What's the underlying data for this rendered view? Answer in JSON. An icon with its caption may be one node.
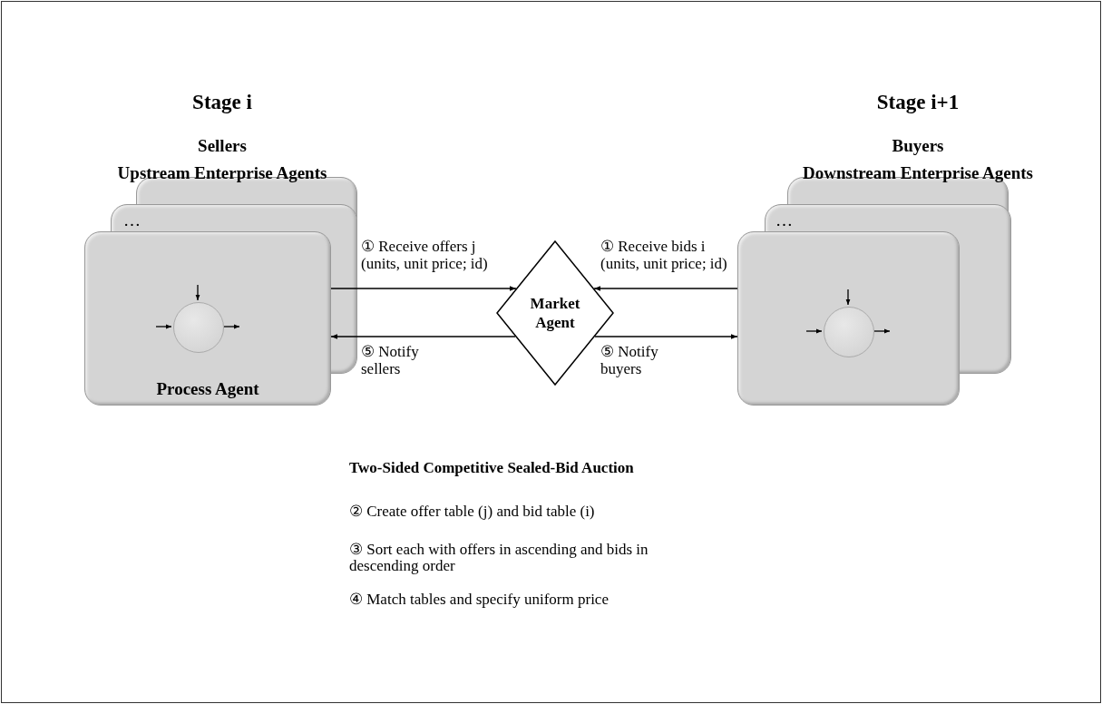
{
  "diagram": {
    "nodes": [
      {
        "text": [
          "Process Agent"
        ],
        "beside": [
          "Sellers",
          "Upstream Enterprise Agents"
        ]
      },
      {
        "text": [],
        "shape": "circle",
        "in": 0
      },
      {
        "text": [
          "Market Agent"
        ]
      },
      {
        "text": [],
        "shape": "box",
        "beside": [
          "Buyers",
          "Downstream Enterprise Agents"
        ]
      },
      {
        "text": [],
        "shape": "circle",
        "in": 3
      }
    ],
    "edges": [
      {
        "from": 0,
        "to": 2,
        "arrow": "to",
        "label": "① Receive offers j (units, unit price; id)"
      },
      {
        "from": 2,
        "to": 0,
        "arrow": "to",
        "label": "⑤ Notify sellers"
      },
      {
        "from": 3,
        "to": 2,
        "arrow": "to",
        "label": "① Receive bids i (units, unit price; id)"
      },
      {
        "from": 2,
        "to": 3,
        "arrow": "to",
        "label": "⑤ Notify buyers"
      },
      {
        "from": null,
        "to": 1,
        "arrow": "to"
      },
      {
        "from": null,
        "to": 1,
        "arrow": "to"
      },
      {
        "from": 1,
        "to": null,
        "arrow": "to"
      },
      {
        "from": null,
        "to": 4,
        "arrow": "to"
      },
      {
        "from": null,
        "to": 4,
        "arrow": "to"
      },
      {
        "from": 4,
        "to": null,
        "arrow": "to"
      }
    ],
    "labels": [
      "Stage i",
      "Stage i+1",
      "…",
      "…",
      "Two-Sided Competitive Sealed-Bid Auction",
      "② Create offer table (j) and bid table (i)",
      "③ Sort each with offers in ascending and bids in descending order",
      "④ Match tables and specify uniform price"
    ]
  }
}
